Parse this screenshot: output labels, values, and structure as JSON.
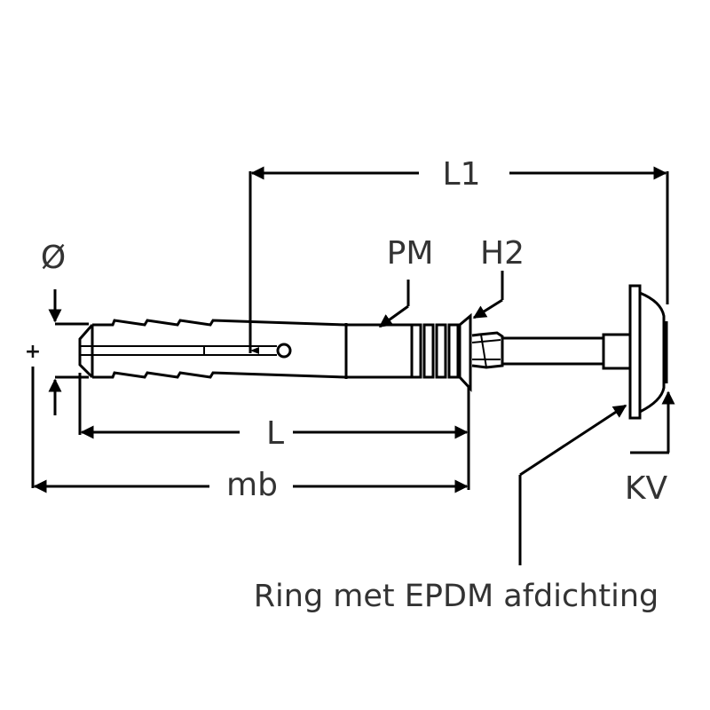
{
  "diagram": {
    "subject": "Hammer frame fixing with EPDM sealing ring",
    "labels": {
      "diameter": "Ø",
      "plus": "+",
      "L1": "L1",
      "PM": "PM",
      "H2": "H2",
      "L": "L",
      "mb": "mb",
      "KV": "KV",
      "ring": "Ring met EPDM afdichting"
    },
    "colors": {
      "line": "#000000",
      "text": "#333333",
      "background": "#ffffff"
    }
  }
}
